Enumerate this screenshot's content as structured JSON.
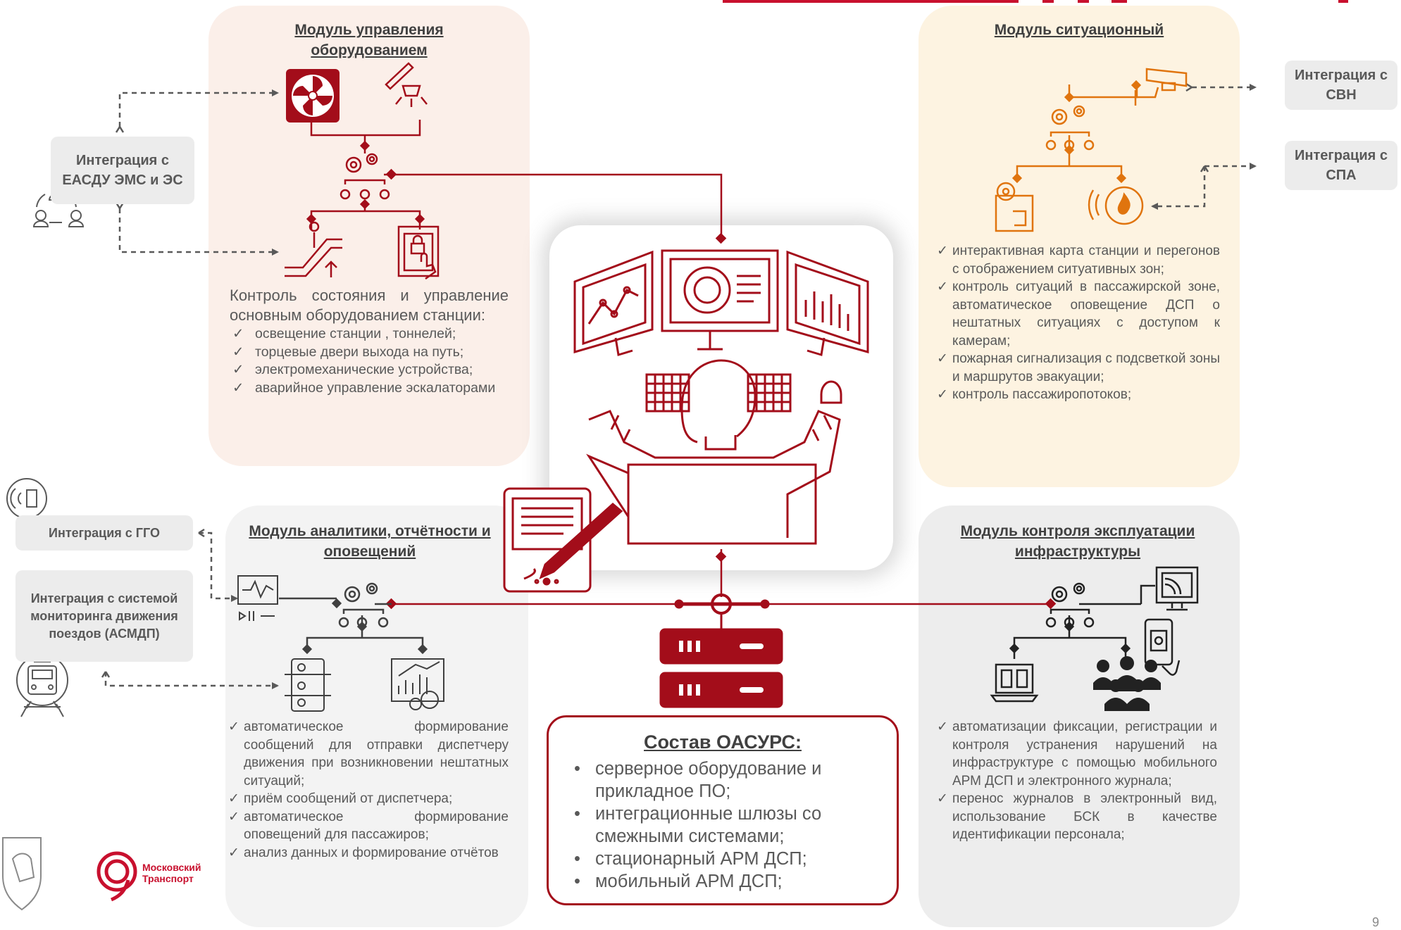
{
  "colors": {
    "red": "#a30d1a",
    "orange": "#e0740e",
    "gray_line": "#595959",
    "dark": "#222222"
  },
  "equipment_module": {
    "title": "Модуль управления оборудованием",
    "intro": "Контроль состояния и управление основным оборудованием станции:",
    "items": [
      "освещение станции , тоннелей;",
      "торцевые двери выхода на путь;",
      "электромеханические устройства;",
      "аварийное управление эскалаторами"
    ],
    "icons": [
      "ventilation-fan-icon",
      "lighting-lamp-icon",
      "escalator-icon",
      "door-access-icon",
      "gears-icon"
    ]
  },
  "situational_module": {
    "title": "Модуль ситуационный",
    "items": [
      "интерактивная карта станции и перегонов с отображением ситуативных зон;",
      "контроль ситуаций в пассажирской зоне, автоматическое оповещение ДСП о нештатных ситуациях с доступом к камерам;",
      "пожарная сигнализация с подсветкой зоны и маршрутов эвакуации;",
      "контроль пассажиропотоков;"
    ],
    "icons": [
      "cctv-camera-icon",
      "gears-icon",
      "map-location-icon",
      "fire-alarm-icon"
    ]
  },
  "analytics_module": {
    "title": "Модуль аналитики, отчётности и оповещений",
    "items": [
      "автоматическое формирование сообщений для отправки диспетчеру движения при возникновении нештатных ситуаций;",
      "приём сообщений от диспетчера;",
      "автоматическое формирование оповещений для пассажиров;",
      "анализ данных и формирование отчётов"
    ],
    "icons": [
      "signal-monitor-icon",
      "gears-icon",
      "control-panel-icon",
      "analytics-chart-icon"
    ]
  },
  "infrastructure_module": {
    "title": "Модуль контроля эксплуатации инфраструктуры",
    "items": [
      "автоматизации фиксации, регистрации и контроля устранения нарушений на инфраструктуре с помощью мобильного АРМ ДСП и электронного журнала;",
      "перенос журналов в электронный вид, использование БСК в качестве идентификации персонала;"
    ],
    "icons": [
      "gears-icon",
      "monitor-cast-icon",
      "e-journal-icon",
      "staff-group-icon",
      "mobile-camera-icon"
    ]
  },
  "integrations": {
    "easdu": "Интеграция с ЕАСДУ ЭМС и ЭС",
    "svn": "Интеграция с СВН",
    "spa": "Интеграция с СПА",
    "ggo": "Интеграция с ГГО",
    "asmdp": "Интеграция с системой мониторинга движения поездов (АСМДП)"
  },
  "composition": {
    "title": "Состав ОАСУРС:",
    "items": [
      "серверное оборудование и прикладное ПО;",
      "интеграционные шлюзы со смежными системами;",
      "стационарный АРМ ДСП;",
      "мобильный АРМ ДСП;"
    ]
  },
  "logo": {
    "line1": "Московский",
    "line2": "Транспорт"
  },
  "page_number": "9"
}
